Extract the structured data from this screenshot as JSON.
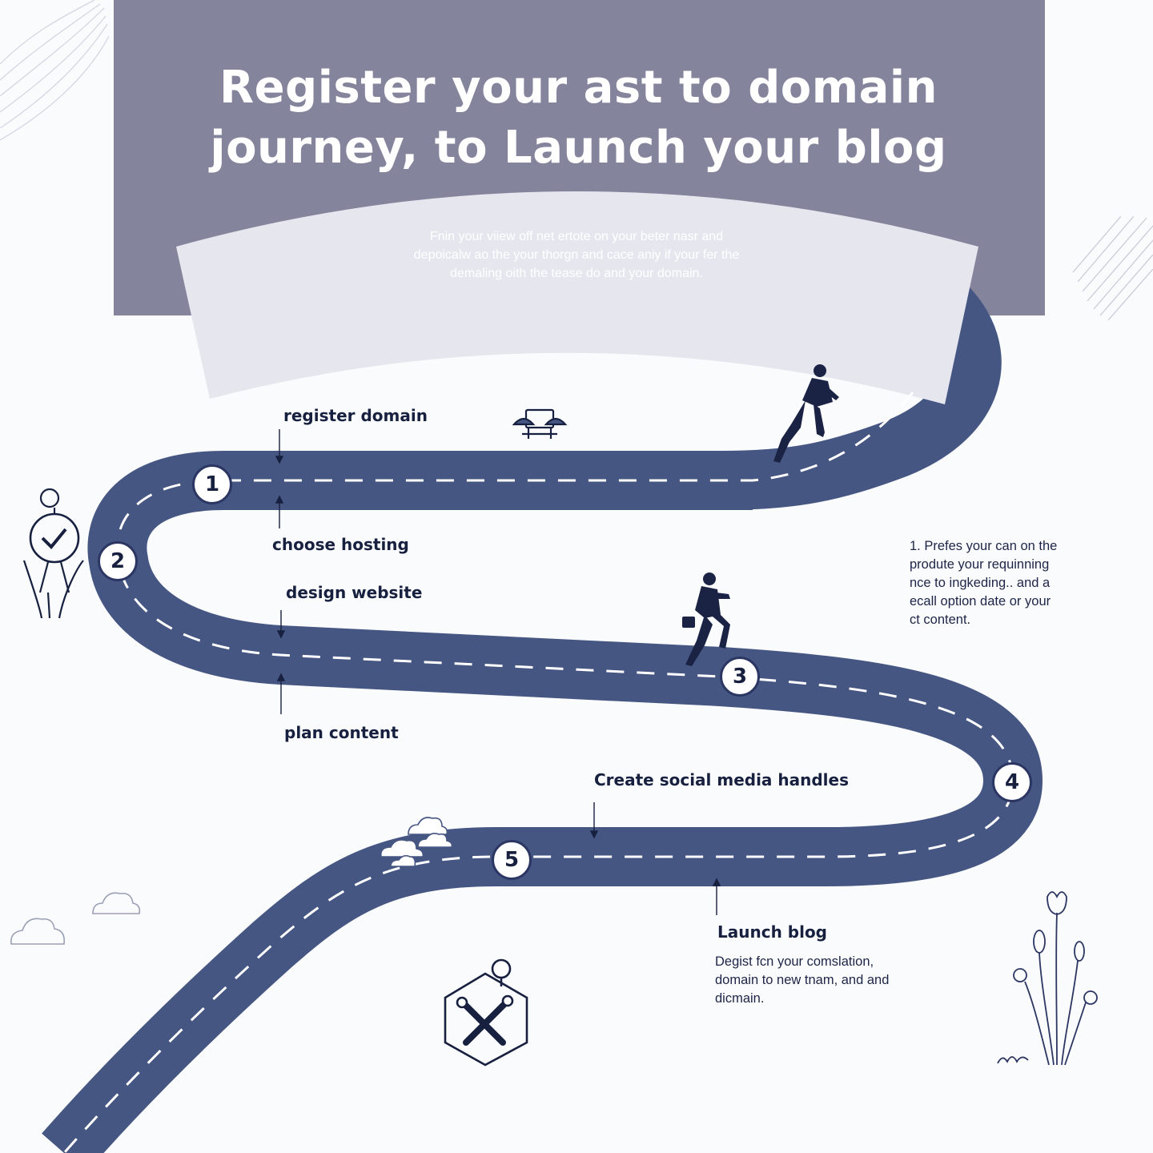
{
  "header": {
    "title_line1": "Register your ast to domain",
    "title_line2": "journey, to  Launch your blog",
    "intro_lines": [
      "Fnin your viiew off net ertote on your beter nasr and",
      "depoicalw ao the your thorgn and cace aniy if your fer the",
      "demaling oith the tease do and your domain."
    ]
  },
  "steps": [
    {
      "number": "1",
      "label": "register domain",
      "sublabel": "choose hosting"
    },
    {
      "number": "2",
      "label": "design website",
      "sublabel": "plan content"
    },
    {
      "number": "3"
    },
    {
      "number": "4",
      "label": "Create social media handles"
    },
    {
      "number": "5",
      "label": "Launch blog"
    }
  ],
  "notes": {
    "right": [
      "1. Prefes your can  on the",
      "produte your requinning",
      "nce to ingkeding..  and a",
      "ecall option date or your",
      "ct content."
    ],
    "bottom": [
      "Degist fcn your comslation,",
      "domain to new tnam, and and",
      "dicmain."
    ]
  },
  "icons": {
    "header_swirl": "swirl-lines-icon",
    "hatch": "diagonal-hatch-icon",
    "desk": "desk-chairs-icon",
    "climber": "person-climbing-icon",
    "runner": "person-running-briefcase-icon",
    "check_badge": "check-badge-icon",
    "clouds": "cloud-icon",
    "tools": "wrench-hexagon-icon",
    "plants": "plant-sketch-icon"
  },
  "colors": {
    "header": "#85849d",
    "banner": "#e6e6ef",
    "road": "#465683",
    "ink": "#17203f"
  }
}
